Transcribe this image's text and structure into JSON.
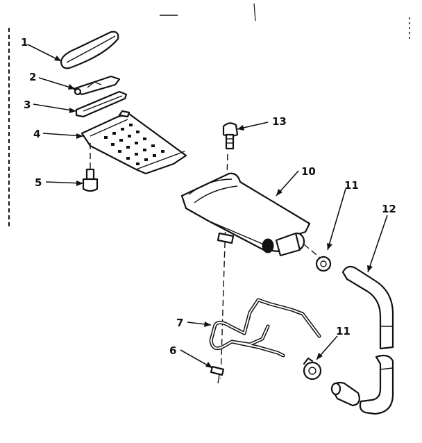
{
  "callouts": {
    "c1": "1",
    "c2": "2",
    "c3": "3",
    "c4": "4",
    "c5": "5",
    "c6": "6",
    "c7": "7",
    "c10": "10",
    "c11a": "11",
    "c11b": "11",
    "c12": "12",
    "c13": "13"
  },
  "colors": {
    "ink": "#111111",
    "paper": "#ffffff"
  }
}
